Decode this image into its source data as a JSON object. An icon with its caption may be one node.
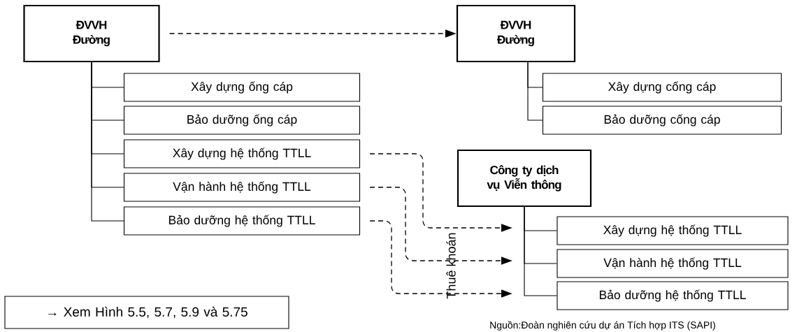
{
  "diagram": {
    "caption": "Nguồn:Đoàn nghiên cứu dự án Tích hợp ITS (SAPI)",
    "nodes": [
      {
        "text": [
          "ĐVVH Đường"
        ]
      },
      {
        "text": [
          "Xây dựng ống cáp"
        ]
      },
      {
        "text": [
          "Bảo dưỡng ống cáp"
        ]
      },
      {
        "text": [
          "Xây dựng hệ thống TTLL"
        ]
      },
      {
        "text": [
          "Vận hành hệ thống TTLL"
        ]
      },
      {
        "text": [
          "Bảo dưỡng hệ thống TTLL"
        ]
      },
      {
        "text": [
          "ĐVVH Đường"
        ]
      },
      {
        "text": [
          "Xây dựng cống cáp"
        ]
      },
      {
        "text": [
          "Bảo dưỡng cống cáp"
        ]
      },
      {
        "text": [
          "Công ty dịch vụ Viễn thông"
        ]
      },
      {
        "text": [
          "Xây dựng hệ thống TTLL"
        ]
      },
      {
        "text": [
          "Vận hành hệ thống TTLL"
        ]
      },
      {
        "text": [
          "Bảo dưỡng hệ thống TTLL"
        ]
      },
      {
        "text": [
          "→ Xem Hình 5.5, 5.7, 5.9 và 5.75"
        ]
      }
    ],
    "edges": [
      {
        "from": 0,
        "to": 1,
        "arrow": "none"
      },
      {
        "from": 0,
        "to": 2,
        "arrow": "none"
      },
      {
        "from": 0,
        "to": 3,
        "arrow": "none"
      },
      {
        "from": 0,
        "to": 4,
        "arrow": "none"
      },
      {
        "from": 0,
        "to": 5,
        "arrow": "none"
      },
      {
        "from": 6,
        "to": 7,
        "arrow": "none"
      },
      {
        "from": 6,
        "to": 8,
        "arrow": "none"
      },
      {
        "from": 9,
        "to": 10,
        "arrow": "none"
      },
      {
        "from": 9,
        "to": 11,
        "arrow": "none"
      },
      {
        "from": 9,
        "to": 12,
        "arrow": "none"
      },
      {
        "from": 0,
        "to": 6,
        "arrow": "to",
        "style": "dashed"
      },
      {
        "from": 3,
        "to": null,
        "arrow": "to",
        "style": "dashed"
      },
      {
        "from": 4,
        "to": null,
        "arrow": "to",
        "style": "dashed"
      },
      {
        "from": 5,
        "to": null,
        "arrow": "to",
        "style": "dashed"
      }
    ],
    "labels": [
      "Thuê khoán"
    ]
  }
}
